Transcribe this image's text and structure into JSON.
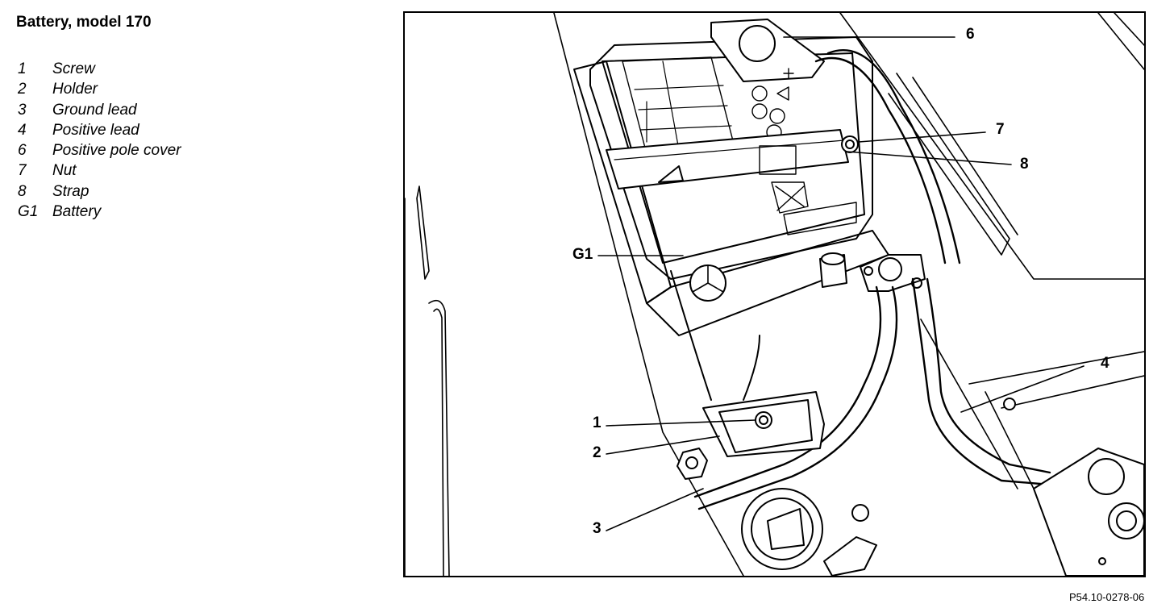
{
  "title": "Battery, model 170",
  "legend": [
    {
      "num": "1",
      "label": "Screw"
    },
    {
      "num": "2",
      "label": "Holder"
    },
    {
      "num": "3",
      "label": "Ground lead"
    },
    {
      "num": "4",
      "label": "Positive lead"
    },
    {
      "num": "6",
      "label": "Positive pole cover"
    },
    {
      "num": "7",
      "label": "Nut"
    },
    {
      "num": "8",
      "label": "Strap"
    },
    {
      "num": "G1",
      "label": "Battery"
    }
  ],
  "callouts": {
    "c6": "6",
    "c7": "7",
    "c8": "8",
    "cG1": "G1",
    "c4": "4",
    "c1": "1",
    "c2": "2",
    "c3": "3"
  },
  "reference": "P54.10-0278-06"
}
